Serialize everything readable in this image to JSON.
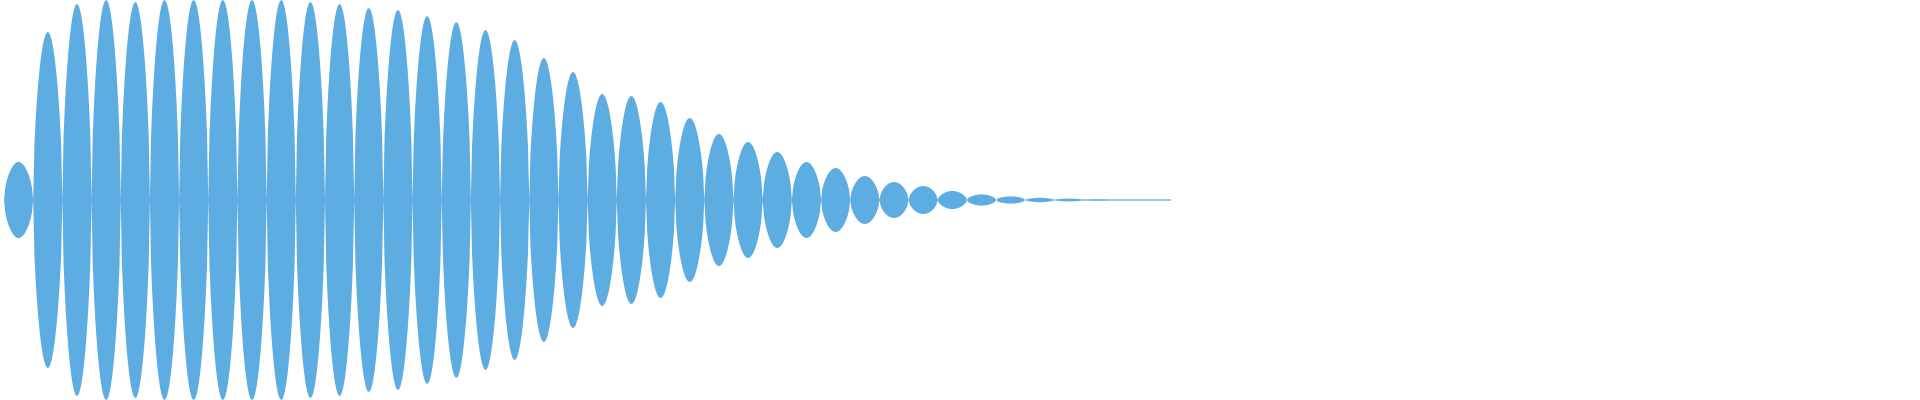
{
  "waveform": {
    "color": "#5dade2",
    "background": "#ffffff",
    "peaks": [
      0.19,
      0.84,
      0.98,
      1.0,
      0.99,
      1.0,
      1.0,
      1.0,
      1.0,
      1.0,
      0.99,
      0.98,
      0.96,
      0.95,
      0.92,
      0.89,
      0.85,
      0.8,
      0.71,
      0.64,
      0.53,
      0.52,
      0.49,
      0.41,
      0.33,
      0.29,
      0.24,
      0.19,
      0.16,
      0.12,
      0.09,
      0.07,
      0.045,
      0.028,
      0.018,
      0.011,
      0.007,
      0.004,
      0.002,
      0.001
    ],
    "active_fraction": 0.61
  }
}
